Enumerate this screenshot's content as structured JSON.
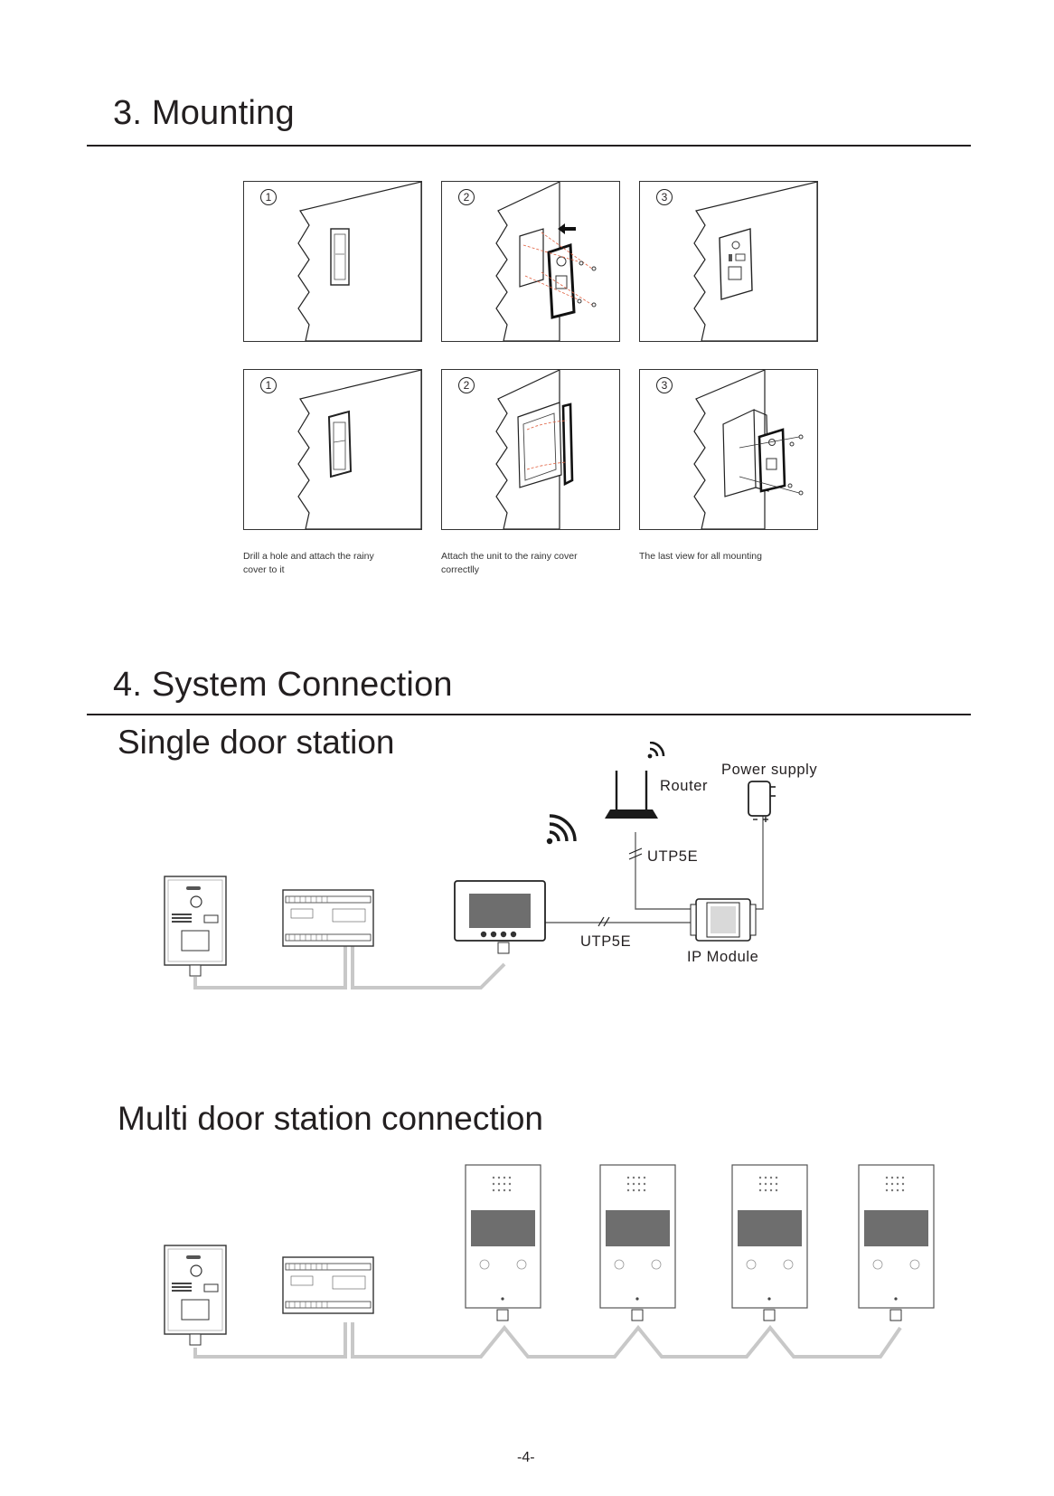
{
  "sections": {
    "mounting": {
      "title": "3. Mounting"
    },
    "system": {
      "title": "4. System Connection"
    }
  },
  "mounting_steps": {
    "top_row": [
      "1",
      "2",
      "3"
    ],
    "bottom_row": [
      "1",
      "2",
      "3"
    ]
  },
  "captions": [
    "Drill a hole and attach the rainy cover to it",
    "Attach the unit to the rainy cover correctlly",
    "The last view for all mounting"
  ],
  "single": {
    "title": "Single door station",
    "labels": {
      "router": "Router",
      "power_supply": "Power supply",
      "utp_vertical": "UTP5E",
      "utp_horizontal": "UTP5E",
      "ip_module": "IP Module"
    }
  },
  "multi": {
    "title": "Multi door station connection",
    "monitor_count": 4
  },
  "page_number": "-4-",
  "colors": {
    "text": "#231f20",
    "cable": "#c8c8c8",
    "screen": "#6e6e6e"
  }
}
